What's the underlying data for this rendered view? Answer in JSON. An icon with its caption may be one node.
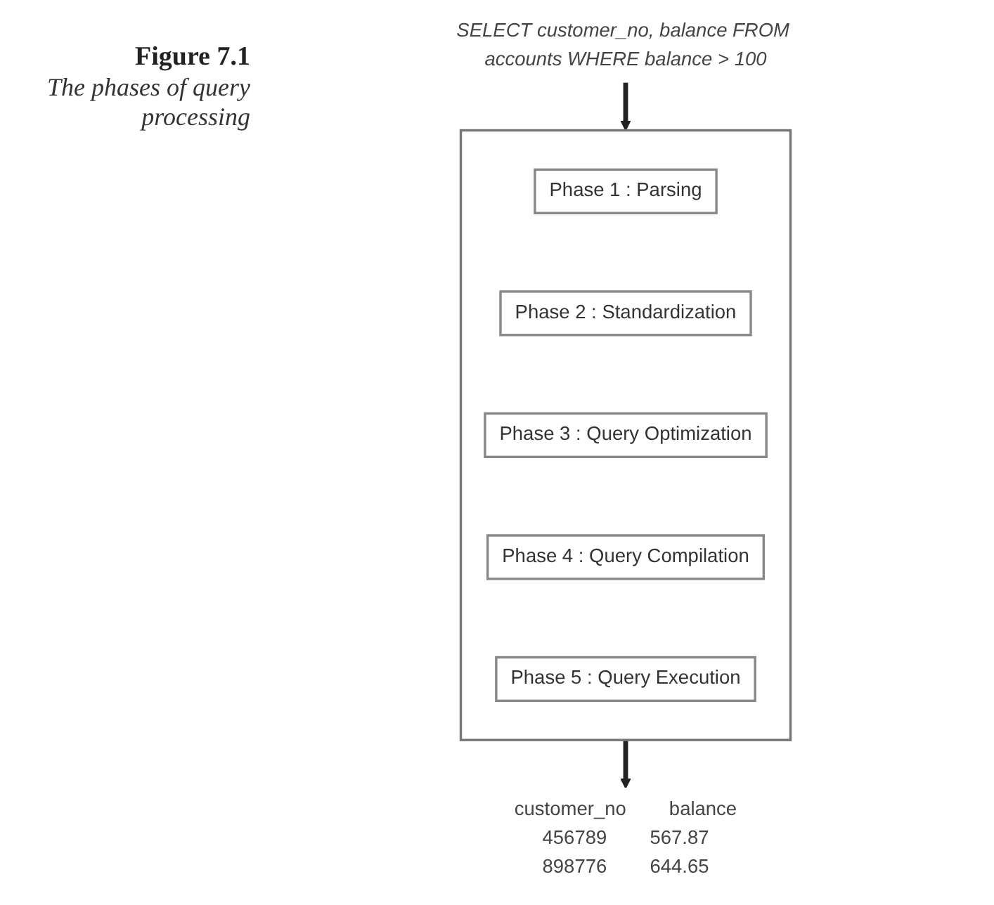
{
  "diagram": {
    "title": "Figure 7.1",
    "caption": "The phases of query processing",
    "nodes": [
      {
        "text": [
          "SELECT customer_no, balance FROM accounts WHERE balance > 100"
        ]
      },
      {
        "text": [],
        "shape": "box"
      },
      {
        "text": [
          "Phase 1 : Parsing"
        ],
        "in": 1
      },
      {
        "text": [
          "Phase 2 : Standardization"
        ],
        "in": 1
      },
      {
        "text": [
          "Phase 3 : Query Optimization"
        ],
        "in": 1
      },
      {
        "text": [
          "Phase 4 : Query Compilation"
        ],
        "in": 1
      },
      {
        "text": [
          "Phase 5 : Query Execution"
        ],
        "in": 1
      },
      {
        "text": [
          "customer_no",
          "balance",
          "456789",
          "567.87",
          "898776",
          "644.65"
        ]
      }
    ],
    "edges": [
      {
        "from": 0,
        "to": 1,
        "arrow": "to"
      },
      {
        "from": 1,
        "to": 7,
        "arrow": "to"
      }
    ]
  }
}
